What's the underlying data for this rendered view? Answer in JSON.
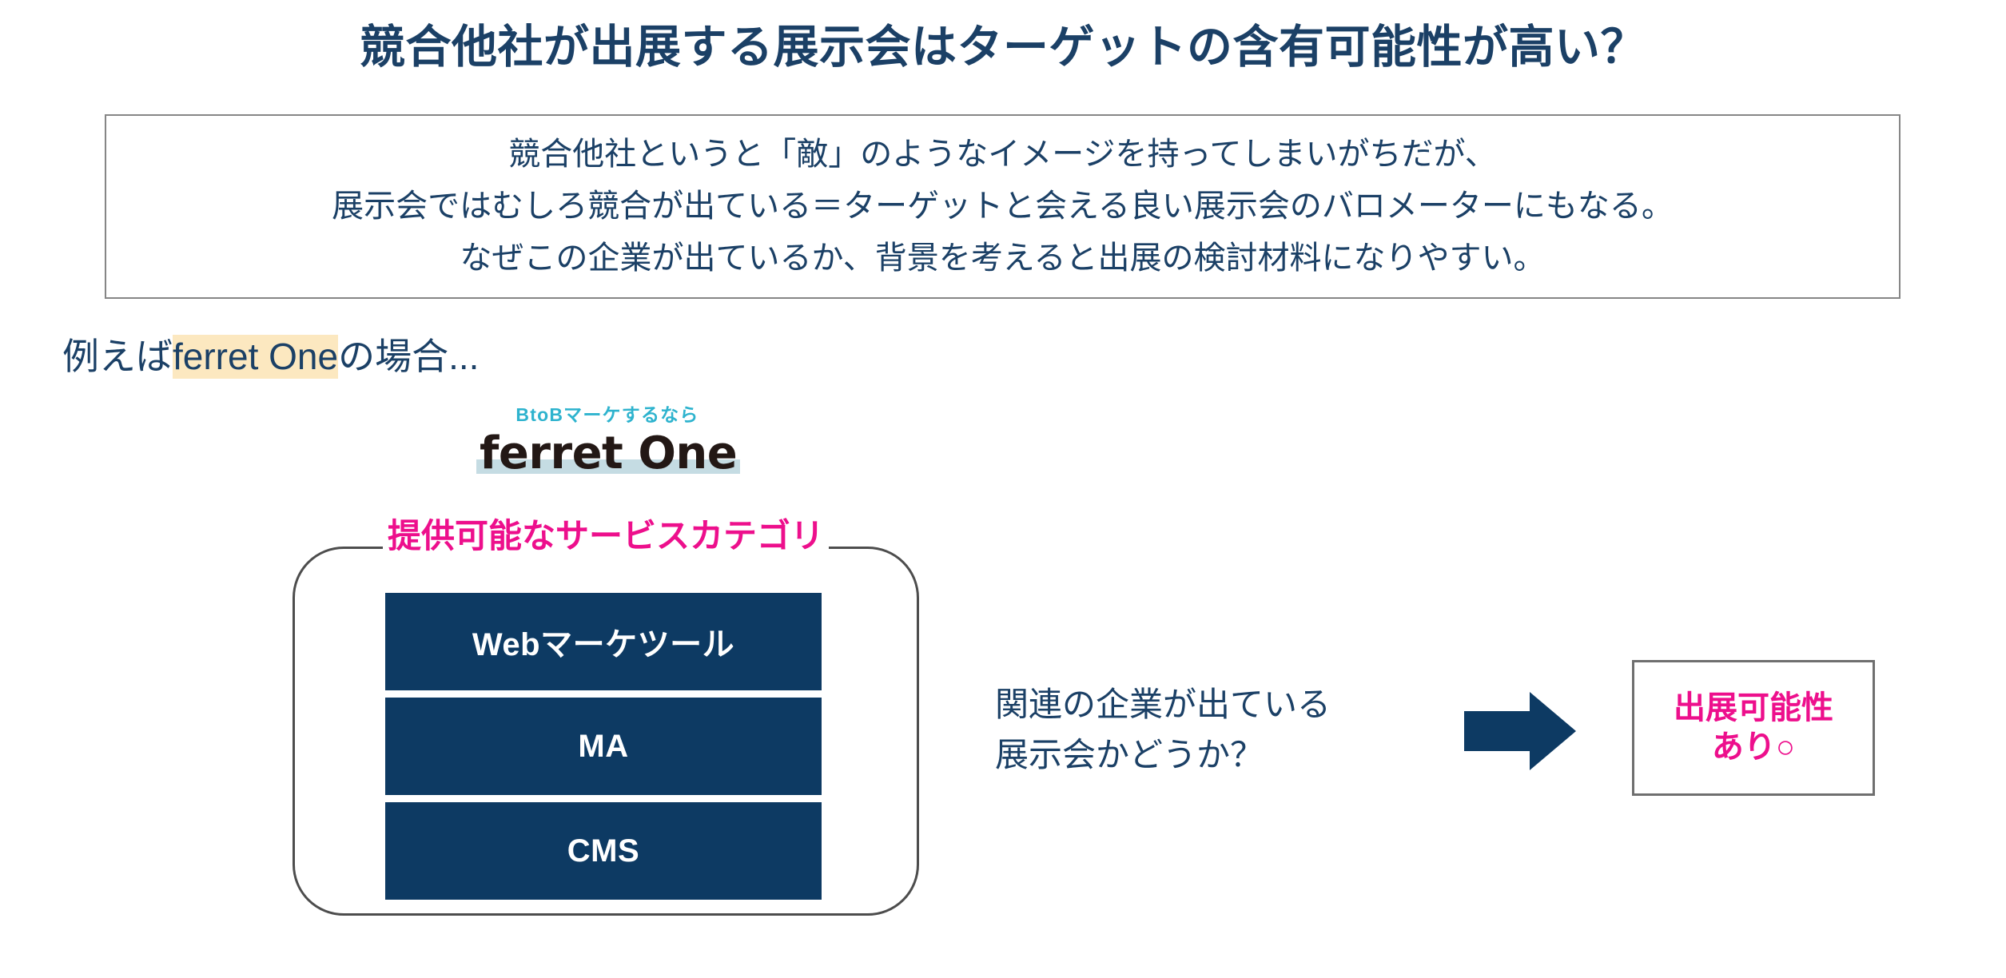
{
  "slide": {
    "title": "競合他社が出展する展示会はターゲットの含有可能性が高い？",
    "title_color": "#1b4066",
    "background": "#ffffff"
  },
  "lead_box": {
    "border_color": "#868686",
    "lines": [
      "競合他社というと「敵」のようなイメージを持ってしまいがちだが、",
      "展示会ではむしろ競合が出ている＝ターゲットと会える良い展示会のバロメーターにもなる。",
      "なぜこの企業が出ているか、背景を考えると出展の検討材料になりやすい。"
    ]
  },
  "example_caption": {
    "prefix": "例えば",
    "highlight": "ferret One",
    "highlight_bg": "#fce8c0",
    "suffix": "の場合..."
  },
  "logo": {
    "tagline": "BtoBマーケするなら",
    "tagline_color": "#2eb3ce",
    "wordmark": "ferret One",
    "wordmark_color": "#231815",
    "underline_color": "#c5dce3"
  },
  "service_panel": {
    "heading": "提供可能なサービスカテゴリ",
    "heading_color": "#ed0f8c",
    "border_color": "#4d4d4d",
    "bar_color": "#0d3a63",
    "bars": [
      {
        "label": "Webマーケツール"
      },
      {
        "label": "MA"
      },
      {
        "label": "CMS"
      }
    ]
  },
  "question": {
    "line1": "関連の企業が出ている",
    "line2": "展示会かどうか？",
    "color": "#1b4066"
  },
  "arrow": {
    "direction": "right",
    "color": "#0d3a63"
  },
  "result_box": {
    "line1": "出展可能性",
    "line2": "あり○",
    "text_color": "#ed0f8c",
    "border_color": "#6f6f6f"
  }
}
